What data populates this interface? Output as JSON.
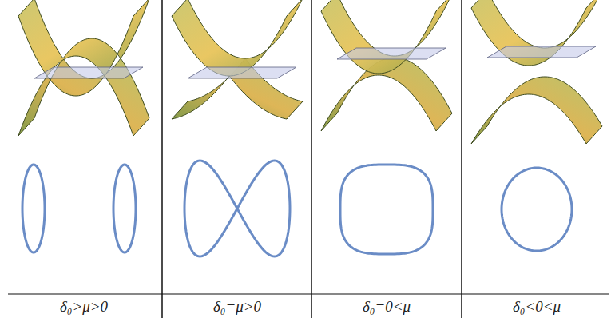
{
  "diagram": {
    "labels": [
      "δ₀>μ>0",
      "δ₀=μ>0",
      "δ₀=0<μ",
      "δ₀<0<μ"
    ]
  }
}
